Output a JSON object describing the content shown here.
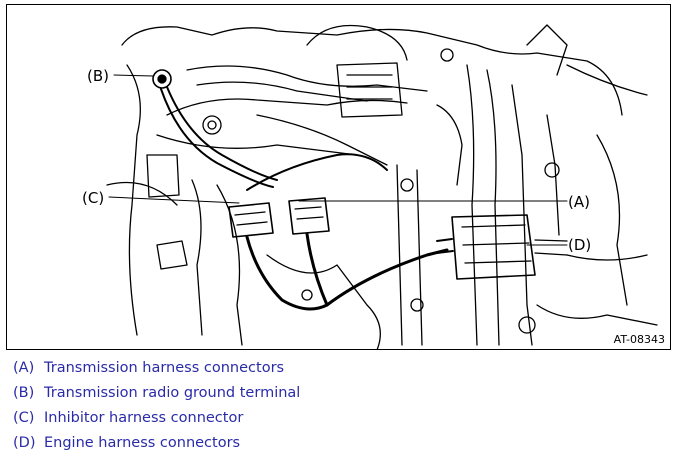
{
  "figure": {
    "callouts": [
      {
        "key": "(A)"
      },
      {
        "key": "(B)"
      },
      {
        "key": "(C)"
      },
      {
        "key": "(D)"
      }
    ],
    "figure_id": "AT-08343"
  },
  "legend": [
    {
      "key": "(A)",
      "text": "Transmission harness connectors"
    },
    {
      "key": "(B)",
      "text": "Transmission radio ground terminal"
    },
    {
      "key": "(C)",
      "text": "Inhibitor harness connector"
    },
    {
      "key": "(D)",
      "text": "Engine harness connectors"
    }
  ],
  "colors": {
    "legend_text": "#2b2ba8",
    "line_art": "#000000"
  }
}
